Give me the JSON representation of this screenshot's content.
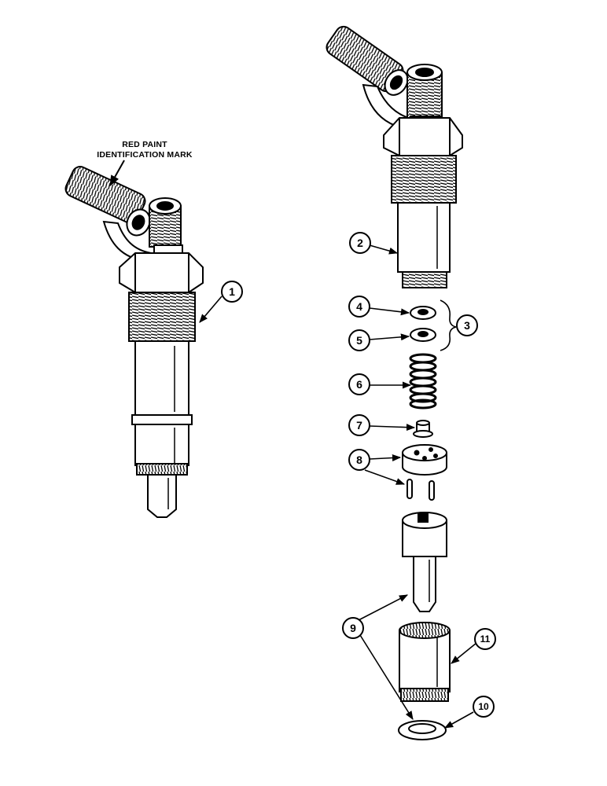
{
  "annotation": {
    "line1": "RED PAINT",
    "line2": "IDENTIFICATION MARK"
  },
  "callouts": {
    "c1": "1",
    "c2": "2",
    "c3": "3",
    "c4": "4",
    "c5": "5",
    "c6": "6",
    "c7": "7",
    "c8": "8",
    "c9": "9",
    "c10": "10",
    "c11": "11"
  }
}
